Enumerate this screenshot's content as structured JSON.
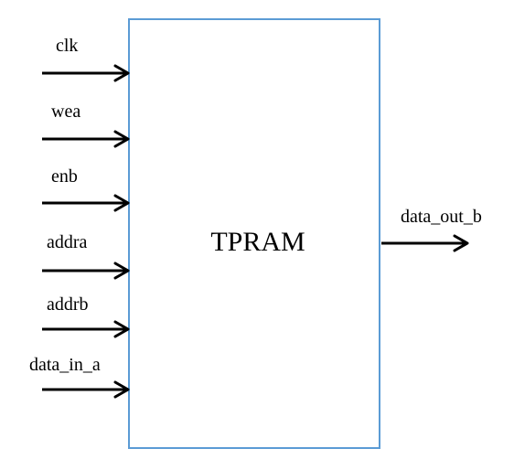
{
  "block": {
    "title": "TPRAM",
    "border_color": "#5b9bd5"
  },
  "inputs": [
    "clk",
    "wea",
    "enb",
    "addra",
    "addrb",
    "data_in_a"
  ],
  "outputs": [
    "data_out_b"
  ]
}
